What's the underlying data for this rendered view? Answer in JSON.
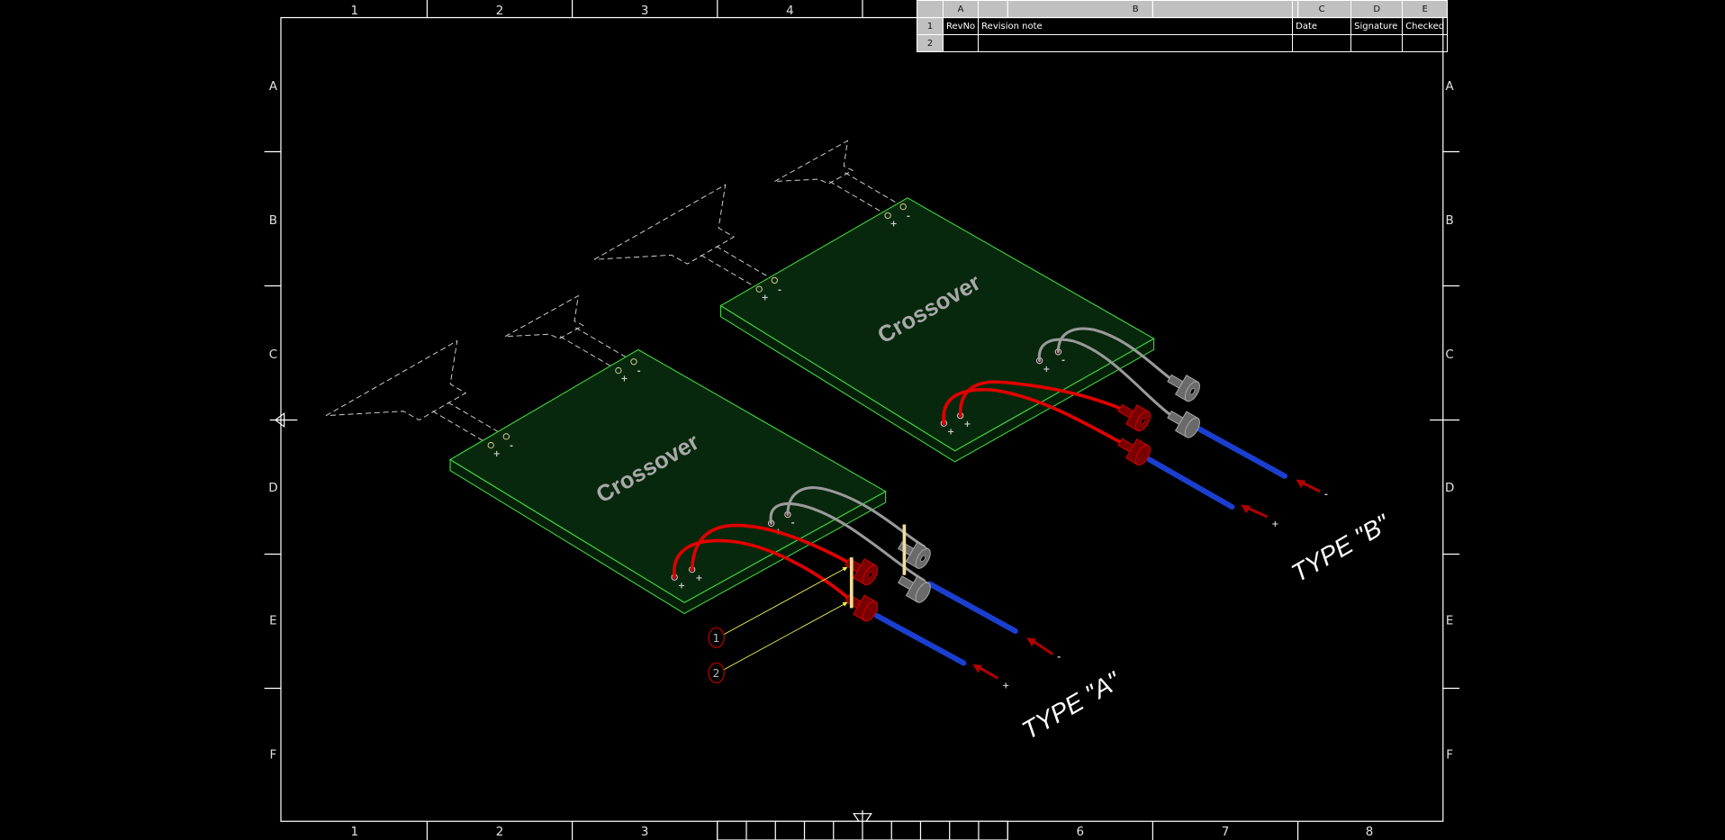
{
  "revision_table": {
    "column_headers": [
      "A",
      "B",
      "C",
      "D",
      "E"
    ],
    "row_headers": [
      "1",
      "2"
    ],
    "rows": [
      [
        "RevNo",
        "Revision note",
        "Date",
        "Signature",
        "Checked"
      ],
      [
        "",
        "",
        "",
        "",
        ""
      ]
    ]
  },
  "frame": {
    "top_columns": [
      "1",
      "2",
      "3",
      "4"
    ],
    "bottom_columns": [
      "1",
      "2",
      "3",
      "6",
      "7",
      "8"
    ],
    "rows": [
      "A",
      "B",
      "C",
      "D",
      "E",
      "F"
    ]
  },
  "assemblies": {
    "a": {
      "board_label": "Crossover",
      "type_label": "TYPE  \"A\""
    },
    "b": {
      "board_label": "Crossover",
      "type_label": "TYPE  \"B\""
    }
  },
  "terminals": {
    "plus": "+",
    "minus": "-"
  },
  "callouts": [
    "1",
    "2"
  ],
  "colors": {
    "board": "#07280c",
    "board_edge": "#3fd33f",
    "wire_red": "#e00000",
    "wire_gray": "#9a9a9a",
    "rod_blue": "#1a3fd0",
    "pin_yellow": "#f3dc9a",
    "callout": "#8b0000"
  }
}
